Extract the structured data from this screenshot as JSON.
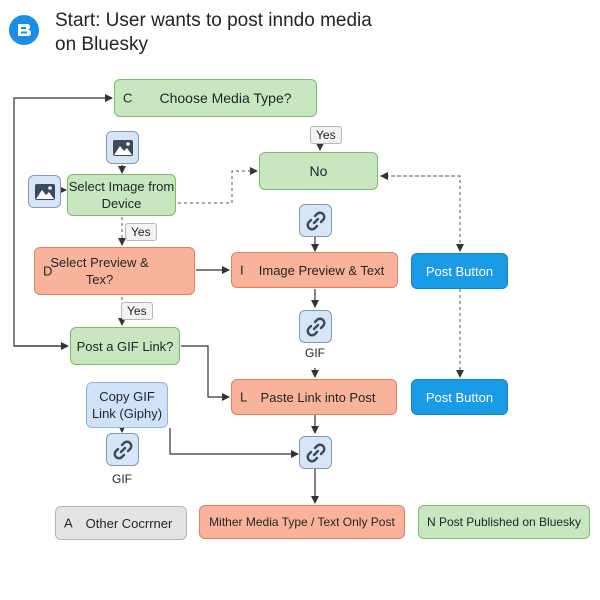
{
  "header": {
    "title": "Start: User wants to post inndo media on Bluesky",
    "logo_icon": "bluesky-logo-icon"
  },
  "nodes": {
    "choose_media": {
      "prefix": "C",
      "label": "Choose Media Type?"
    },
    "no": {
      "label": "No"
    },
    "select_image": {
      "label": "Select Image from Device"
    },
    "select_preview": {
      "prefix": "D",
      "label": "Select Preview & Tex?"
    },
    "image_preview": {
      "prefix": "I",
      "label": "Image Preview & Text"
    },
    "post_button_1": {
      "label": "Post Button"
    },
    "post_gif": {
      "label": "Post a GIF Link?"
    },
    "copy_gif": {
      "label": "Copy GIF Link (Giphy)"
    },
    "paste_link": {
      "prefix": "L",
      "label": "Paste Link into Post"
    },
    "post_button_2": {
      "label": "Post Button"
    },
    "other_corner": {
      "prefix": "A",
      "label": "Other Cocrrner"
    },
    "mither_media": {
      "label": "Mither Media Type / Text Only Post"
    },
    "post_published": {
      "label": "N Post Published on Bluesky"
    }
  },
  "tags": {
    "yes_top": "Yes",
    "yes_1": "Yes",
    "yes_2": "Yes"
  },
  "captions": {
    "gif_1": "GIF",
    "gif_2": "GIF"
  },
  "icons": {
    "image_top": "image-icon",
    "image_left": "image-icon",
    "link_1": "link-icon",
    "link_2": "link-icon",
    "link_3": "link-icon",
    "link_4": "link-icon"
  },
  "colors": {
    "green_fill": "#c8e6c0",
    "orange_fill": "#f9b39b",
    "blue_fill": "#1a9be6",
    "lightblue_fill": "#cfe2f7",
    "gray_fill": "#e4e4e4"
  }
}
